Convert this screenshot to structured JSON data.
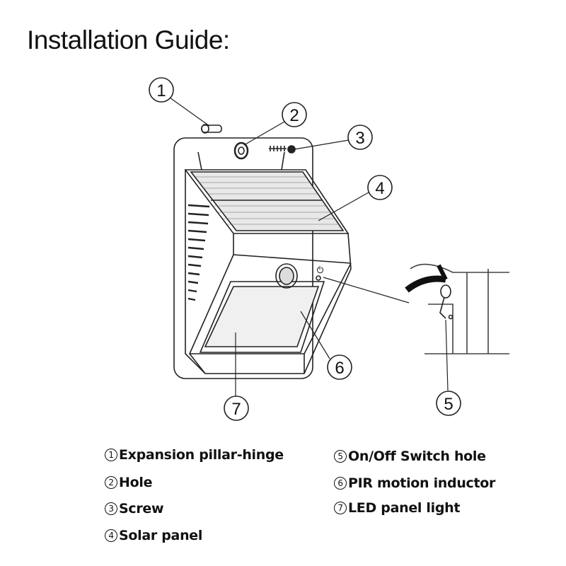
{
  "title": "Installation Guide:",
  "callouts": [
    "1",
    "2",
    "3",
    "4",
    "5",
    "6",
    "7"
  ],
  "legend": [
    {
      "num": "1",
      "text": "Expansion pillar-hinge"
    },
    {
      "num": "2",
      "text": "Hole"
    },
    {
      "num": "3",
      "text": "Screw"
    },
    {
      "num": "4",
      "text": "Solar panel"
    },
    {
      "num": "5",
      "text": "On/Off Switch hole"
    },
    {
      "num": "6",
      "text": "PIR motion inductor"
    },
    {
      "num": "7",
      "text": "LED panel light"
    }
  ]
}
